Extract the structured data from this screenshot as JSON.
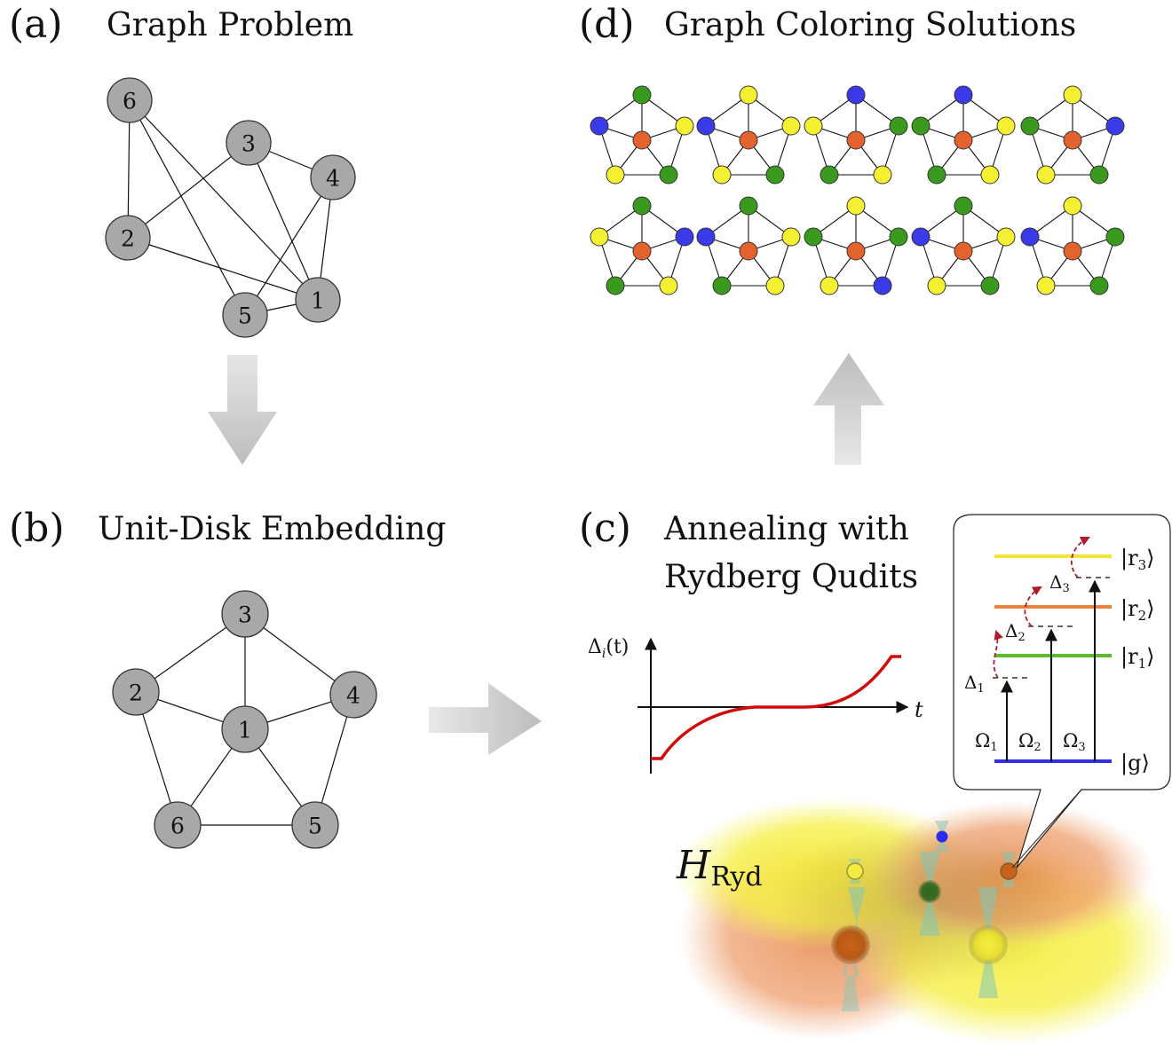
{
  "panels": {
    "a": {
      "letter": "(a)",
      "title": "Graph Problem"
    },
    "b": {
      "letter": "(b)",
      "title": "Unit-Disk Embedding"
    },
    "c": {
      "letter": "(c)",
      "title_line1": "Annealing with",
      "title_line2": "Rydberg Qudits"
    },
    "d": {
      "letter": "(d)",
      "title": "Graph Coloring Solutions"
    }
  },
  "graph_a": {
    "nodes": [
      "1",
      "2",
      "3",
      "4",
      "5",
      "6"
    ],
    "edges": [
      [
        "6",
        "2"
      ],
      [
        "6",
        "5"
      ],
      [
        "6",
        "1"
      ],
      [
        "2",
        "3"
      ],
      [
        "2",
        "1"
      ],
      [
        "3",
        "1"
      ],
      [
        "3",
        "4"
      ],
      [
        "4",
        "5"
      ],
      [
        "4",
        "1"
      ],
      [
        "5",
        "1"
      ]
    ]
  },
  "graph_b": {
    "nodes": [
      "1",
      "2",
      "3",
      "4",
      "5",
      "6"
    ],
    "edges": [
      [
        "1",
        "2"
      ],
      [
        "1",
        "3"
      ],
      [
        "1",
        "4"
      ],
      [
        "1",
        "5"
      ],
      [
        "1",
        "6"
      ],
      [
        "2",
        "3"
      ],
      [
        "3",
        "4"
      ],
      [
        "4",
        "5"
      ],
      [
        "5",
        "6"
      ],
      [
        "6",
        "2"
      ]
    ]
  },
  "colors": {
    "node_gray": "#a8a8a8",
    "center": "#e4622e",
    "green": "#3a9a1e",
    "yellow": "#f6f032",
    "blue": "#3a3ae8",
    "level_g": "#3030e0",
    "level_r1": "#5cba2e",
    "level_r2": "#e8843a",
    "level_r3": "#f2e834",
    "detuning_curve": "#d10a0a",
    "arrow_gray": "#c8c8c8"
  },
  "solutions": [
    [
      "green",
      "yellow",
      "green",
      "yellow",
      "blue"
    ],
    [
      "yellow",
      "yellow",
      "green",
      "yellow",
      "blue"
    ],
    [
      "blue",
      "green",
      "yellow",
      "green",
      "yellow"
    ],
    [
      "blue",
      "yellow",
      "yellow",
      "green",
      "green"
    ],
    [
      "yellow",
      "blue",
      "green",
      "yellow",
      "green"
    ],
    [
      "green",
      "blue",
      "yellow",
      "green",
      "yellow"
    ],
    [
      "green",
      "yellow",
      "yellow",
      "green",
      "blue"
    ],
    [
      "yellow",
      "green",
      "blue",
      "yellow",
      "green"
    ],
    [
      "green",
      "yellow",
      "green",
      "yellow",
      "blue"
    ],
    [
      "yellow",
      "green",
      "green",
      "yellow",
      "blue"
    ]
  ],
  "detuning_plot": {
    "ylabel": "Δ",
    "ylabel_sub": "i",
    "ylabel_arg": "(t)",
    "xlabel": "t"
  },
  "levels": {
    "g": "|g⟩",
    "r1": "|r",
    "r1_sub": "1",
    "r2": "|r",
    "r2_sub": "2",
    "r3": "|r",
    "r3_sub": "3",
    "ket_close": "⟩",
    "omega1": "Ω",
    "omega1_sub": "1",
    "omega2": "Ω",
    "omega2_sub": "2",
    "omega3": "Ω",
    "omega3_sub": "3",
    "delta1": "Δ",
    "delta1_sub": "1",
    "delta2": "Δ",
    "delta2_sub": "2",
    "delta3": "Δ",
    "delta3_sub": "3"
  },
  "hamiltonian": {
    "symbol": "H",
    "subscript": "Ryd"
  }
}
